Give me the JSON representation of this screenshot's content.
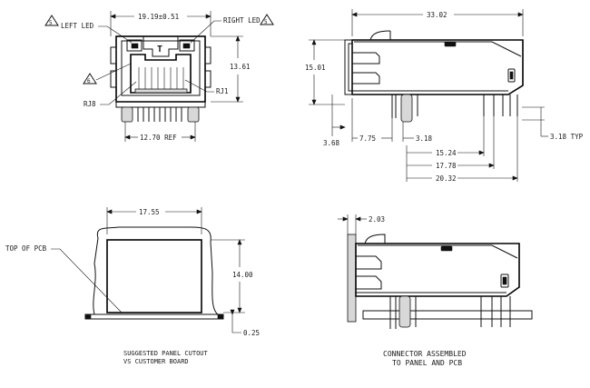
{
  "front_view": {
    "dim_width": "19.19±0.51",
    "dim_height": "13.61",
    "dim_pitch": "12.70 REF",
    "label_left_led": "LEFT LED",
    "label_right_led": "RIGHT LED",
    "label_rj8": "RJ8",
    "label_rj1": "RJ1",
    "note_5": "5",
    "note_6": "6",
    "tab_letter": "T"
  },
  "side_view": {
    "dim_length": "33.02",
    "dim_height": "15.01",
    "dim_offset": "3.68",
    "dim_a": "7.75",
    "dim_b": "3.18",
    "dim_c": "15.24",
    "dim_d": "17.78",
    "dim_e": "20.32",
    "dim_pitch": "3.18 TYP"
  },
  "panel_cutout": {
    "dim_width": "17.55",
    "dim_height": "14.00",
    "dim_gap": "0.25",
    "label_top_of_pcb": "TOP OF PCB",
    "caption_line1": "SUGGESTED PANEL CUTOUT",
    "caption_line2": "VS CUSTOMER BOARD"
  },
  "assembled": {
    "dim_panel": "2.03",
    "caption_line1": "CONNECTOR ASSEMBLED",
    "caption_line2": "TO PANEL AND PCB"
  }
}
